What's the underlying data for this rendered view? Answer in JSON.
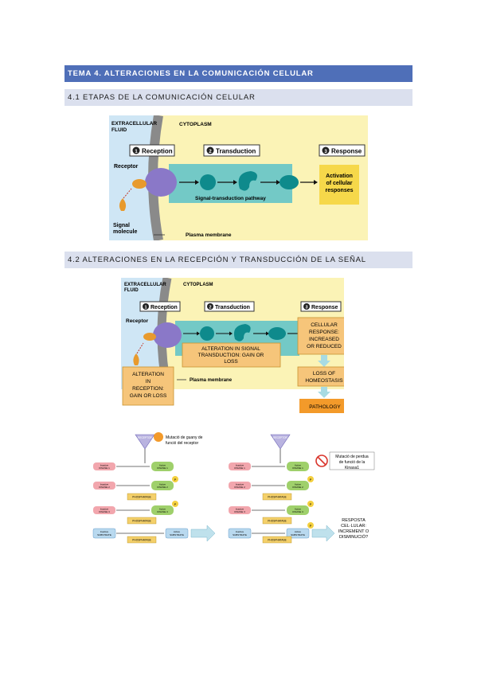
{
  "heading": "TEMA 4. ALTERACIONES EN LA COMUNICACIÓN CELULAR",
  "section1": "4.1 ETAPAS DE LA COMUNICACIÓN CELULAR",
  "section2": "4.2 ALTERACIONES EN LA RECEPCIÓN Y TRANSDUCCIÓN DE LA SEÑAL",
  "fig1": {
    "extracellular": [
      "EXTRACELLULAR",
      "FLUID"
    ],
    "cytoplasm": "CYTOPLASM",
    "step1": "Reception",
    "step2": "Transduction",
    "step3": "Response",
    "num1": "1",
    "num2": "2",
    "num3": "3",
    "receptor": "Receptor",
    "signal": [
      "Signal",
      "molecule"
    ],
    "pathway": "Signal-transduction pathway",
    "membrane": "Plasma membrane",
    "activation": [
      "Activation",
      "of cellular",
      "responses"
    ]
  },
  "fig2": {
    "extracellular": [
      "EXTRACELLULAR",
      "FLUID"
    ],
    "cytoplasm": "CYTOPLASM",
    "step1": "Reception",
    "step2": "Transduction",
    "step3": "Response",
    "num1": "1",
    "num2": "2",
    "num3": "3",
    "receptor": "Receptor",
    "membrane": "Plasma membrane",
    "alt_transduction": [
      "ALTERATION IN SIGNAL",
      "TRANSDUCTION: GAIN OR",
      "LOSS"
    ],
    "alt_reception": [
      "ALTERATION",
      "IN",
      "RECEPTION:",
      "GAIN OR LOSS"
    ],
    "cellular_response": [
      "CELLULAR",
      "RESPONSE:",
      "INCREASED",
      "OR REDUCED"
    ],
    "homeostasis": [
      "LOSS OF",
      "HOMEOSTASIS"
    ],
    "pathology": "PATHOLOGY"
  },
  "fig3": {
    "receptor": "RECEPTOR",
    "mut_gain": [
      "Mutació de guany de",
      "funció del receptor"
    ],
    "mut_loss": [
      "Mutació de perdua",
      "de funció de la",
      "Kinasa1"
    ],
    "inactive1": [
      "Inactive",
      "KINASE 1"
    ],
    "inactive2": [
      "Inactive",
      "KINASE 2"
    ],
    "inactive3": [
      "Inactive",
      "KINASE 3"
    ],
    "active1": [
      "Active",
      "KINASE 1"
    ],
    "active2": [
      "Active",
      "KINASE 2"
    ],
    "active3": [
      "Active",
      "KINASE 3"
    ],
    "inactive_sub": [
      "Inactive",
      "SUBSTRATE"
    ],
    "active_sub": [
      "Active",
      "SUBSTRATE"
    ],
    "phosphatase": "PHOSPHATASE",
    "p": "P",
    "resposta": [
      "RESPOSTA",
      "CEL·LULAR:",
      "INCREMENT O",
      "DISMINUCIÓ?"
    ]
  },
  "colors": {
    "header": "#4f6fb8",
    "subheader": "#dbe0ee",
    "cytoplasm": "#fbf3b6",
    "extracellular": "#cfe6f5",
    "pathway_band": "#73c9c6",
    "protein": "#0e8a8c",
    "receptor": "#8a78c8",
    "signal": "#e89a2d",
    "response": "#f6d84a",
    "orange_box": "#f6c57a",
    "pathology": "#f39a2a"
  }
}
